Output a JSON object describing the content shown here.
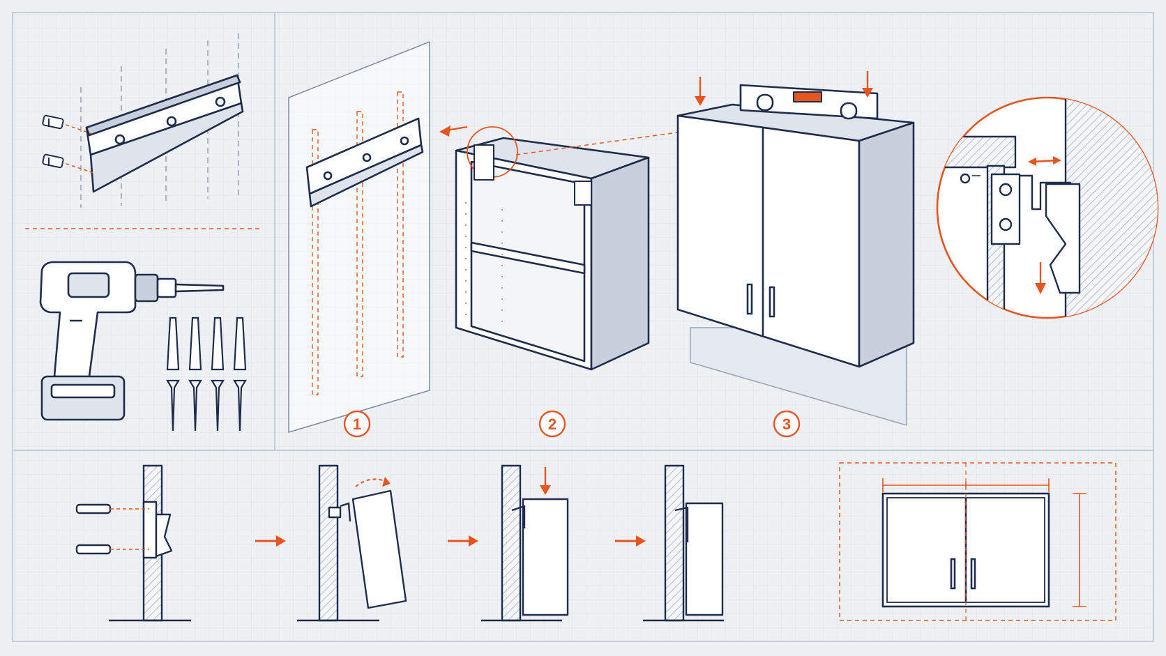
{
  "diagram": {
    "colors": {
      "background": "#eef0f4",
      "grid": "#dde2ea",
      "ink": "#1f2d4d",
      "accent": "#e8541e",
      "panel_border": "#b9c1d0",
      "fill": "#ffffff"
    },
    "steps": [
      {
        "number": "1"
      },
      {
        "number": "2"
      },
      {
        "number": "3"
      }
    ],
    "icons": [
      "drill-icon",
      "wall-anchor-icon",
      "screw-icon",
      "hanging-rail-icon",
      "spirit-level-icon",
      "cabinet-icon",
      "mounting-bracket-icon",
      "arrow-right-icon"
    ]
  }
}
